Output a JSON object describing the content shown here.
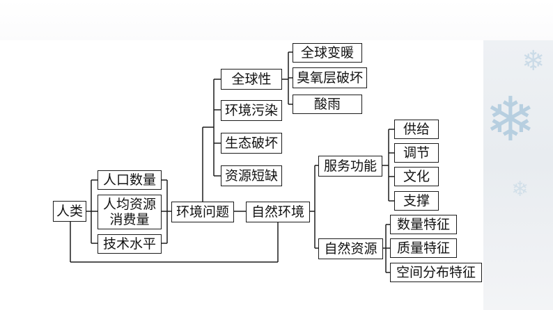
{
  "diagram": {
    "nodes": {
      "renlei": "人类",
      "population": "人口数量",
      "per_capita_1": "人均资源",
      "per_capita_2": "消费量",
      "technology": "技术水平",
      "env_problem": "环境问题",
      "natural_env": "自然环境",
      "global": "全球性",
      "warming": "全球变暖",
      "ozone": "臭氧层破坏",
      "acid_rain": "酸雨",
      "pollution": "环境污染",
      "eco_damage": "生态破坏",
      "resource_shortage": "资源短缺",
      "service_function": "服务功能",
      "supply": "供给",
      "regulate": "调节",
      "culture": "文化",
      "support": "支撑",
      "natural_resource": "自然资源",
      "quantity_feature": "数量特征",
      "quality_feature": "质量特征",
      "spatial_feature": "空间分布特征"
    }
  }
}
